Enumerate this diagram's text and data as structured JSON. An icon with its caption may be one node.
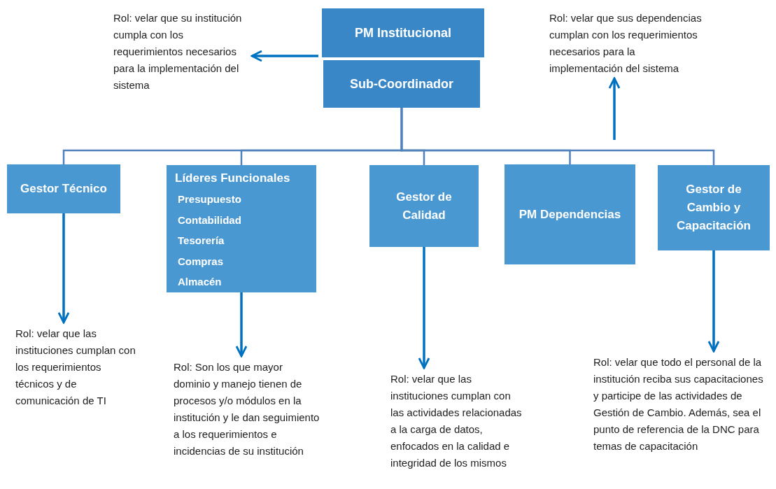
{
  "diagram": {
    "nodes": [
      {
        "text": [
          "PM Institucional"
        ]
      },
      {
        "text": [
          "Sub-Coordinador"
        ]
      },
      {
        "text": [
          "Rol: velar que su institución cumpla con los requerimientos necesarios para la implementación del sistema"
        ]
      },
      {
        "text": [
          "Rol: velar que sus dependencias cumplan con los requerimientos necesarios para la implementación del sistema"
        ]
      },
      {
        "text": [
          "Gestor Técnico"
        ]
      },
      {
        "text": [
          "Líderes Funcionales",
          "Presupuesto",
          "Contabilidad",
          "Tesorería",
          "Compras",
          "Almacén"
        ]
      },
      {
        "text": [
          "Gestor de Calidad"
        ]
      },
      {
        "text": [
          "PM Dependencias"
        ]
      },
      {
        "text": [
          "Gestor de Cambio y Capacitación"
        ]
      },
      {
        "text": [
          "Rol: velar que las instituciones cumplan con los requerimientos técnicos y de comunicación de TI"
        ]
      },
      {
        "text": [
          "Rol: Son los que mayor dominio y manejo tienen de procesos y/o módulos en la institución y le dan seguimiento a los requerimientos e incidencias de su institución"
        ]
      },
      {
        "text": [
          "Rol: velar que las instituciones cumplan con las actividades relacionadas a la carga de datos, enfocados en la calidad e integridad de los mismos"
        ]
      },
      {
        "text": [
          "Rol: velar que todo el personal de la institución reciba sus capacitaciones y participe de las actividades de Gestión de Cambio. Además, sea el punto de referencia de la DNC para temas de capacitación"
        ]
      }
    ],
    "edges": [
      {
        "from": 0,
        "to": 2,
        "arrow": "to"
      },
      {
        "from": 1,
        "to": 4,
        "arrow": "none"
      },
      {
        "from": 1,
        "to": 5,
        "arrow": "none"
      },
      {
        "from": 1,
        "to": 6,
        "arrow": "none"
      },
      {
        "from": 1,
        "to": 7,
        "arrow": "none"
      },
      {
        "from": 1,
        "to": 8,
        "arrow": "none"
      },
      {
        "from": null,
        "to": 3,
        "arrow": "to"
      },
      {
        "from": 4,
        "to": 9,
        "arrow": "to"
      },
      {
        "from": 5,
        "to": 10,
        "arrow": "to"
      },
      {
        "from": 6,
        "to": 11,
        "arrow": "to"
      },
      {
        "from": 8,
        "to": 12,
        "arrow": "to"
      }
    ]
  }
}
